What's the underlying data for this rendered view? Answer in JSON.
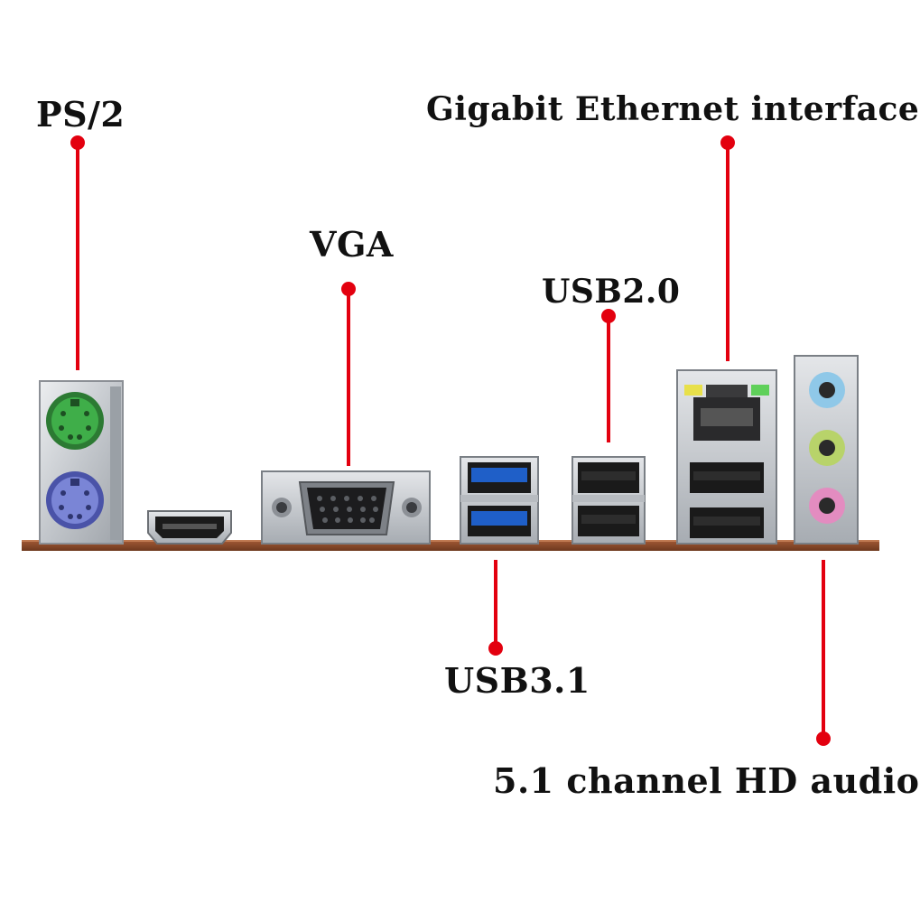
{
  "labels": {
    "ps2": "PS/2",
    "vga": "VGA",
    "usb20": "USB2.0",
    "ethernet": "Gigabit Ethernet interface",
    "usb31": "USB3.1",
    "audio": "5.1 channel HD audio"
  },
  "colors": {
    "callout": "#e3000f",
    "pcb": "#8a4a2a",
    "ps2_keyboard": "#3fae49",
    "ps2_mouse": "#7a85d6",
    "usb3": "#1f5fc8",
    "audio_line_in": "#8fc8e8",
    "audio_line_out": "#b8d36a",
    "audio_mic": "#e38cc0",
    "metal": "#c9ccd0"
  },
  "ports": [
    {
      "id": "ps2",
      "icon": "ps2-port-icon"
    },
    {
      "id": "hdmi",
      "icon": "hdmi-port-icon"
    },
    {
      "id": "vga",
      "icon": "vga-port-icon"
    },
    {
      "id": "usb31",
      "icon": "usb3-port-icon"
    },
    {
      "id": "usb20",
      "icon": "usb2-port-icon"
    },
    {
      "id": "ethernet",
      "icon": "rj45-port-icon"
    },
    {
      "id": "audio",
      "icon": "audio-jack-icon"
    }
  ]
}
